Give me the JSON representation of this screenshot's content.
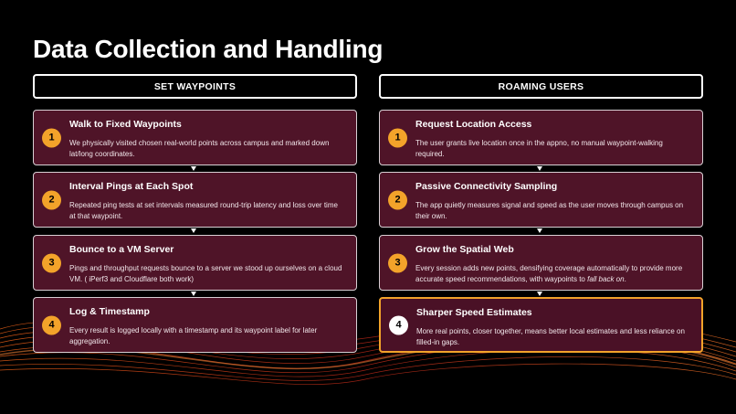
{
  "title": "Data Collection and Handling",
  "left": {
    "header": "SET WAYPOINTS",
    "steps": [
      {
        "num": "1",
        "title": "Walk to Fixed Waypoints",
        "body": "We physically visited chosen real-world points across campus and marked down lat/long coordinates."
      },
      {
        "num": "2",
        "title": "Interval Pings at Each Spot",
        "body": "Repeated ping tests at set intervals measured round-trip latency and loss over time at that waypoint."
      },
      {
        "num": "3",
        "title": "Bounce to a VM Server",
        "body": "Pings and throughput requests bounce to a server we stood up ourselves on a cloud VM. ( iPerf3 and Cloudflare both work)"
      },
      {
        "num": "4",
        "title": "Log & Timestamp",
        "body": "Every result is logged locally with a timestamp and its waypoint label for later aggregation."
      }
    ]
  },
  "right": {
    "header": "ROAMING USERS",
    "steps": [
      {
        "num": "1",
        "title": "Request Location Access",
        "body": "The user grants live location once in the appno, no manual waypoint-walking required."
      },
      {
        "num": "2",
        "title": "Passive Connectivity Sampling",
        "body": "The app quietly measures signal and speed as the user moves through campus on their own."
      },
      {
        "num": "3",
        "title": "Grow the Spatial Web",
        "body_pre": "Every session adds new points, densifying coverage automatically to provide more accurate speed recommendations, with waypoints to ",
        "body_em": "fall back on",
        "body_post": "."
      },
      {
        "num": "4",
        "title": "Sharper Speed Estimates",
        "body": "More real points, closer together, means better local estimates and less reliance on filled-in gaps."
      }
    ]
  },
  "colors": {
    "card_bg": "#4f1428",
    "accent": "#f3a32a",
    "background": "#000000"
  }
}
